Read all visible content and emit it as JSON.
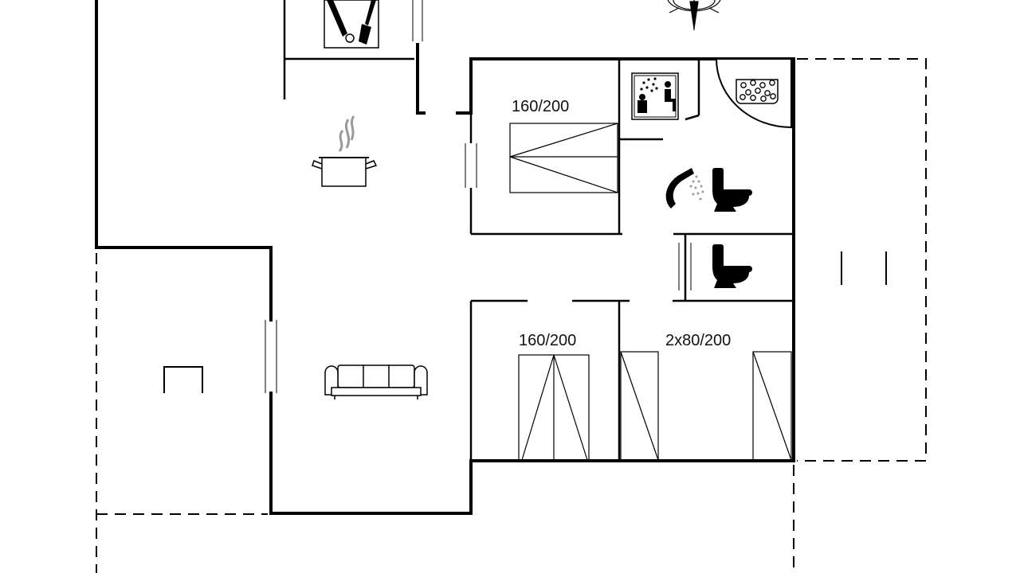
{
  "floorplan": {
    "bed_labels": {
      "bedroom_1": "160/200",
      "bedroom_2": "160/200",
      "bedroom_3": "2x80/200"
    },
    "icons": [
      "compass-icon",
      "fireplace-tools-icon",
      "cooking-pot-icon",
      "sofa-icon",
      "sauna-icon",
      "whirlpool-icon",
      "shower-icon",
      "toilet-icon",
      "fireplace-icon"
    ],
    "colors": {
      "wall": "#000000",
      "background": "#ffffff"
    }
  }
}
